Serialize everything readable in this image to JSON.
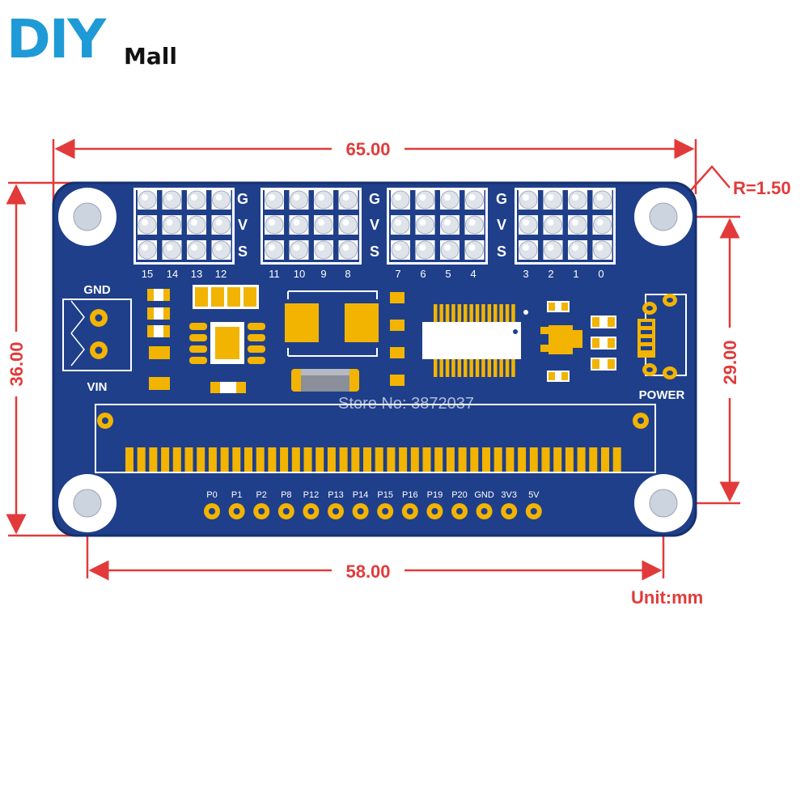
{
  "brand": {
    "logo_text": "DIY",
    "name": "Mall",
    "logo_color": "#1e9ad6"
  },
  "watermark": "Store No: 3872037",
  "dimensions": {
    "width": "65.00",
    "height": "36.00",
    "hole_spacing_x": "58.00",
    "hole_spacing_y": "29.00",
    "corner_radius": "R=1.50",
    "unit": "Unit:mm",
    "color": "#e23a3a"
  },
  "board": {
    "color": "#1f3f8a",
    "pad_color": "#f2b400",
    "gvs_labels": [
      "G",
      "V",
      "S"
    ],
    "servo_channels": [
      [
        "15",
        "14",
        "13",
        "12"
      ],
      [
        "11",
        "10",
        "9",
        "8"
      ],
      [
        "7",
        "6",
        "5",
        "4"
      ],
      [
        "3",
        "2",
        "1",
        "0"
      ]
    ],
    "terminal_top_label": "GND",
    "terminal_bottom_label": "VIN",
    "power_label": "POWER",
    "pins": [
      "P0",
      "P1",
      "P2",
      "P8",
      "P12",
      "P13",
      "P14",
      "P15",
      "P16",
      "P19",
      "P20",
      "GND",
      "3V3",
      "5V"
    ]
  }
}
